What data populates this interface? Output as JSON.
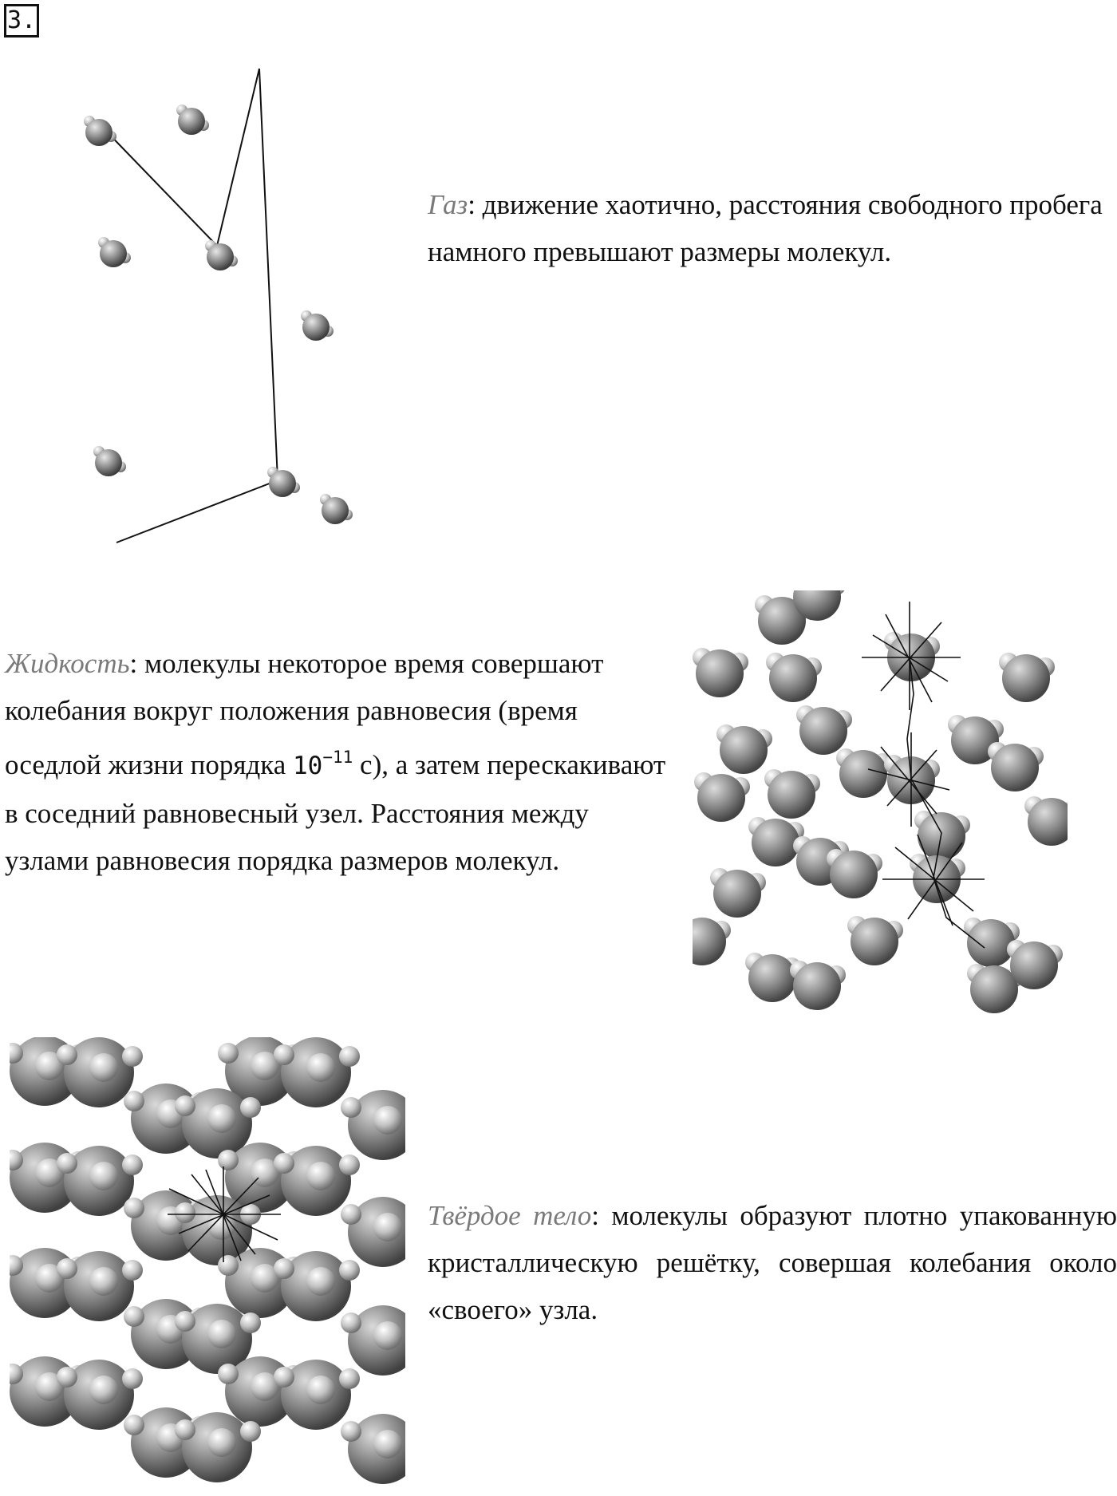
{
  "task_number": "3.",
  "gas": {
    "term": "Газ",
    "text": ": движение хаотично, расстояния свободного пробега намного превышают размеры молекул."
  },
  "liquid": {
    "term": "Жидкость",
    "text_before": ": молекулы некоторое время совершают колебания вокруг положения равновесия (время оседлой жизни порядка ",
    "power_base": "10",
    "power_exp": "−11",
    "text_after": " с), а затем перескакивают в соседний равновесный узел. Расстояния между узлами равновесия порядка размеров молекул."
  },
  "solid": {
    "term": "Твёрдое тело",
    "text": ": молекулы образуют плотно упакованную кристаллическую решётку, совершая колебания около «своего» узла."
  },
  "colors": {
    "text": "#111111",
    "term": "#7a7a7a",
    "molecule": "#8a8a8a"
  }
}
